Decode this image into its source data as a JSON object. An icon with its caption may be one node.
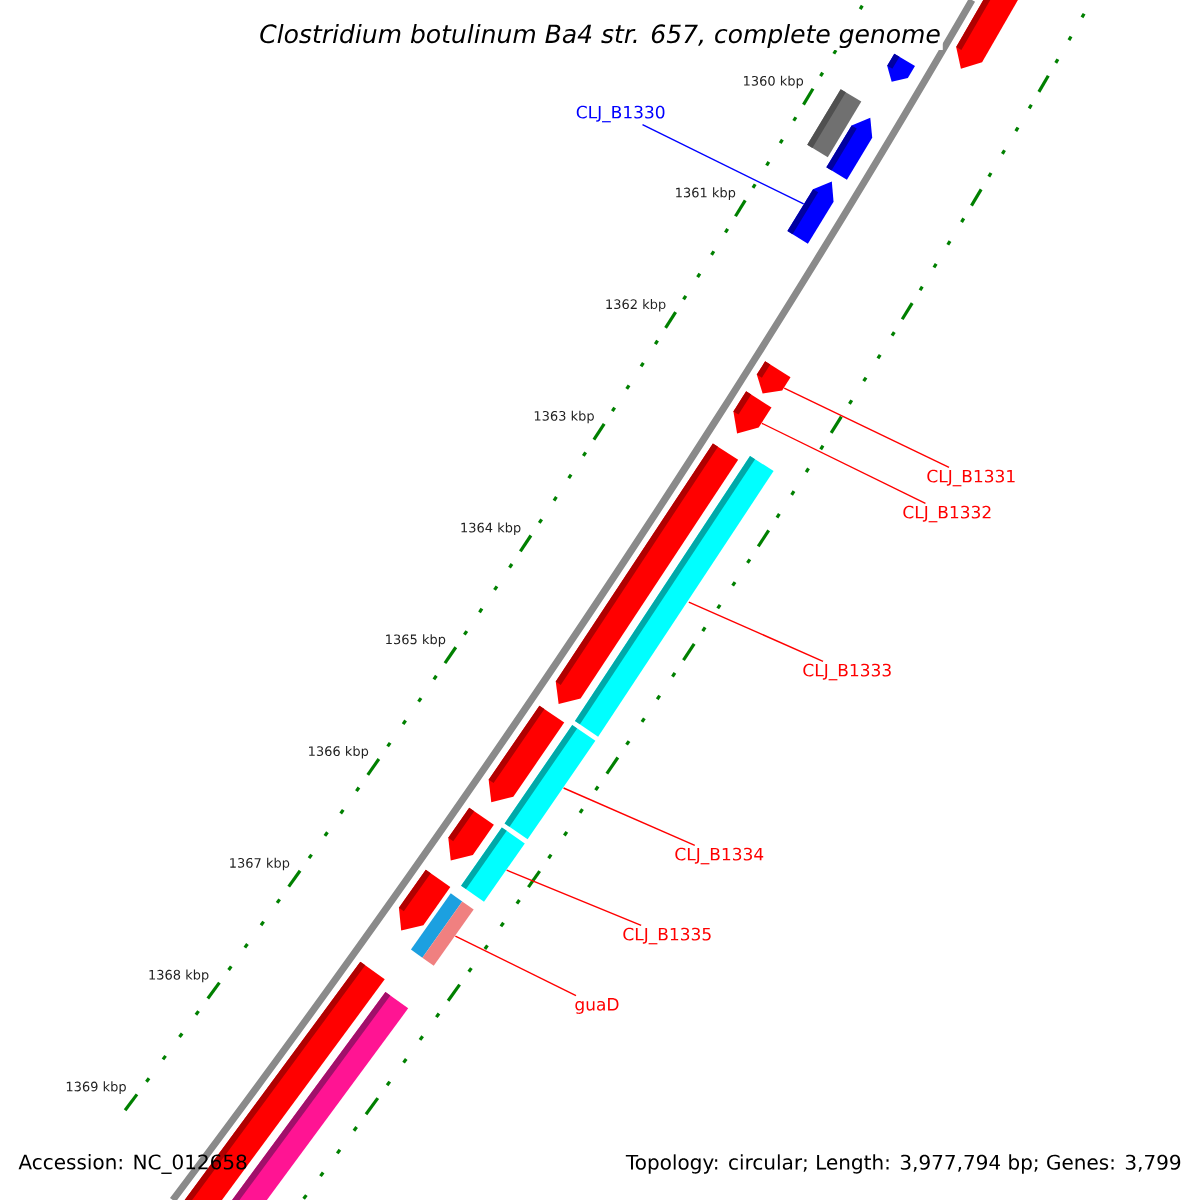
{
  "diagram": {
    "title": "Clostridium botulinum Ba4 str. 657, complete genome",
    "nodes": [
      {
        "text": [
          "CLJ_B1330"
        ]
      },
      {
        "text": [
          "CLJ_B1331"
        ]
      },
      {
        "text": [
          "CLJ_B1332"
        ]
      },
      {
        "text": [
          "CLJ_B1333"
        ]
      },
      {
        "text": [
          "CLJ_B1334"
        ]
      },
      {
        "text": [
          "CLJ_B1335"
        ]
      },
      {
        "text": [
          "guaD"
        ]
      },
      {
        "text": [],
        "shape": "arrow"
      },
      {
        "text": [],
        "shape": "arrow"
      },
      {
        "text": [],
        "shape": "bar"
      },
      {
        "text": [],
        "shape": "arrow"
      },
      {
        "text": [],
        "shape": "arrow"
      },
      {
        "text": [],
        "shape": "arrow"
      },
      {
        "text": [],
        "shape": "arrow"
      },
      {
        "text": [],
        "shape": "arrow"
      },
      {
        "text": [],
        "shape": "bar"
      },
      {
        "text": [],
        "shape": "arrow"
      },
      {
        "text": [],
        "shape": "bar"
      },
      {
        "text": [],
        "shape": "arrow"
      },
      {
        "text": [],
        "shape": "bar"
      },
      {
        "text": [],
        "shape": "arrow"
      },
      {
        "text": [],
        "shape": "bar"
      },
      {
        "text": [],
        "shape": "bar"
      },
      {
        "text": [],
        "shape": "bar"
      }
    ],
    "edges": [
      {
        "from": 0,
        "to": 11,
        "arrow": "none",
        "color": "#0000ff"
      },
      {
        "from": 1,
        "to": 12,
        "arrow": "none"
      },
      {
        "from": 2,
        "to": 13,
        "arrow": "none"
      },
      {
        "from": 3,
        "to": 15,
        "arrow": "none"
      },
      {
        "from": 4,
        "to": 17,
        "arrow": "none"
      },
      {
        "from": 5,
        "to": 19,
        "arrow": "none"
      },
      {
        "from": 6,
        "to": 21,
        "arrow": "none"
      }
    ],
    "labels": [
      "1360 kbp",
      "1361 kbp",
      "1362 kbp",
      "1363 kbp",
      "1364 kbp",
      "1365 kbp",
      "1366 kbp",
      "1367 kbp",
      "1368 kbp",
      "1369 kbp",
      "Accession: NC_012658",
      "Topology: circular; Length: 3,977,794 bp; Genes: 3,799"
    ]
  }
}
